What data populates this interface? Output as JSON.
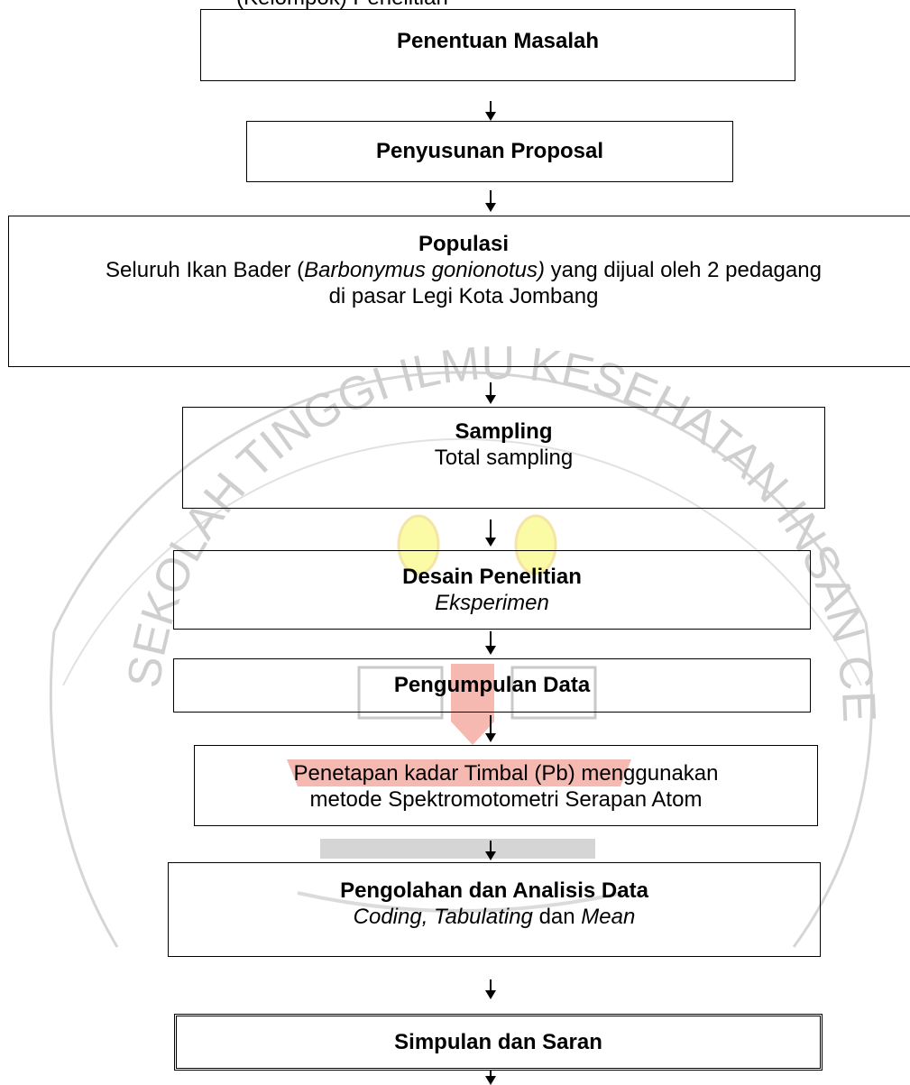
{
  "header_fragment": "(Kelompok) Penelitian",
  "watermark": {
    "text": "SEKOLAH TINGGI ILMU KESEHATAN INSAN CENDEKIA MEDIKA"
  },
  "boxes": {
    "b1": {
      "title": "Penentuan  Masalah"
    },
    "b2": {
      "title": "Penyusunan Proposal"
    },
    "b3": {
      "title": "Populasi",
      "line1_pre": "Seluruh Ikan Bader (",
      "line1_italic": "Barbonymus gonionotus)",
      "line1_post": " yang dijual oleh 2 pedagang",
      "line2": "di pasar Legi Kota Jombang"
    },
    "b4": {
      "title": "Sampling",
      "line1": "Total sampling"
    },
    "b5": {
      "title": "Desain Penelitian",
      "line1_italic": "Eksperimen"
    },
    "b6": {
      "title": "Pengumpulan Data"
    },
    "b7": {
      "line1": "Penetapan kadar Timbal (Pb) menggunakan",
      "line2": "metode  Spektromotometri Serapan Atom"
    },
    "b8": {
      "title": "Pengolahan dan Analisis Data",
      "p1_italic": "Coding, Tabulating",
      "p2": " dan ",
      "p3_italic": "Mean"
    },
    "b9": {
      "title": "Simpulan dan Saran"
    }
  }
}
